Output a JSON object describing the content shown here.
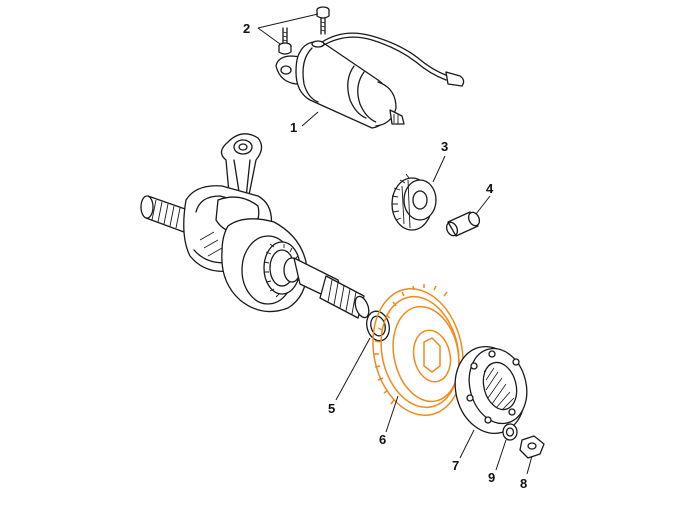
{
  "callouts": {
    "c1": "1",
    "c2": "2",
    "c3": "3",
    "c4": "4",
    "c5": "5",
    "c6": "6",
    "c7": "7",
    "c8": "8",
    "c9": "9"
  },
  "colors": {
    "highlight": "#f08a1c",
    "ink": "#1a1a1a"
  }
}
